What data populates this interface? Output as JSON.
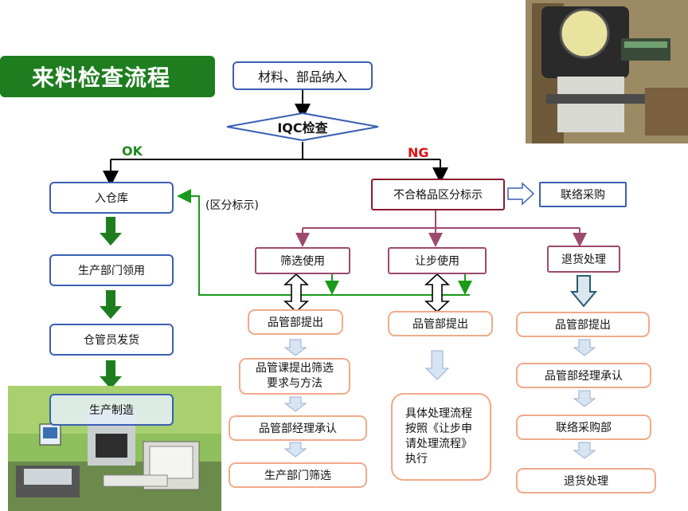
{
  "title": "来料检查流程",
  "nodes": {
    "incoming": "材料、部品纳入",
    "iqc": "IQC检查",
    "ok": "OK",
    "ng": "NG",
    "warehouse": "入仓库",
    "production_use": "生产部门领用",
    "keeper_issue": "仓管员发货",
    "manufacture": "生产制造",
    "distinguish_label": "(区分标示)",
    "nonconforming": "不合格品区分标示",
    "contact_purchase": "联络采购",
    "screen_use": "筛选使用",
    "concession_use": "让步使用",
    "return_process": "退货处理"
  },
  "col_screen": [
    "品管部提出",
    "品管课提出筛选要求与方法",
    "品管部经理承认",
    "生产部门筛选"
  ],
  "col_concession": [
    "品管部提出",
    "具体处理流程按照《让步申请处理流程》执行"
  ],
  "col_return": [
    "品管部提出",
    "品管部经理承认",
    "联络采购部",
    "退货处理"
  ],
  "photos": [
    "projector-photo",
    "lab-photo"
  ]
}
